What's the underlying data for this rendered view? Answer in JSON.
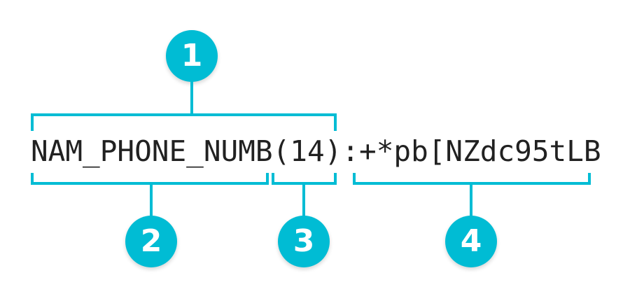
{
  "diagram": {
    "type": "annotated-string-breakdown",
    "accent_color": "#00bcd4",
    "text_color": "#212121",
    "background_color": "#ffffff",
    "full_string": "NAM_PHONE_NUMB(14):+*pb[NZdc95tLB",
    "segments": [
      {
        "id": "seg-full",
        "text": "NAM_PHONE_NUMB(14)"
      },
      {
        "id": "seg-name",
        "text": "NAM_PHONE_NUMB"
      },
      {
        "id": "seg-length",
        "text": "(14)"
      },
      {
        "id": "seg-colon",
        "text": ":"
      },
      {
        "id": "seg-value",
        "text": "+*pb[NZdc95tLB"
      }
    ],
    "callouts": [
      {
        "number": "1",
        "position": "top",
        "covers": "NAM_PHONE_NUMB(14)"
      },
      {
        "number": "2",
        "position": "bottom",
        "covers": "NAM_PHONE_NUMB"
      },
      {
        "number": "3",
        "position": "bottom",
        "covers": "(14)"
      },
      {
        "number": "4",
        "position": "bottom",
        "covers": "+*pb[NZdc95tLB"
      }
    ]
  }
}
